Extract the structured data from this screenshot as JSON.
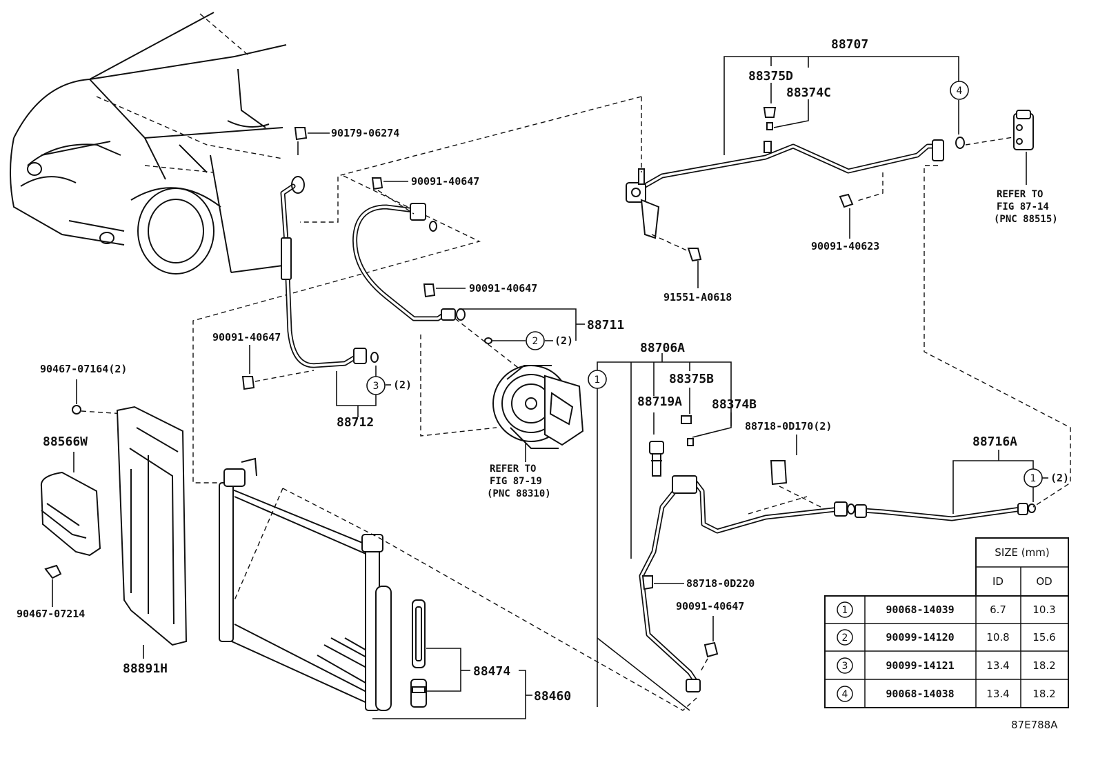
{
  "labels": {
    "p88707": "88707",
    "p88375D": "88375D",
    "p88374C": "88374C",
    "p90179_06274": "90179-06274",
    "p90091_40647_a": "90091-40647",
    "p90091_40647_b": "90091-40647",
    "p90091_40647_c": "90091-40647",
    "p90091_40647_d": "90091-40647",
    "p90091_40623": "90091-40623",
    "p91551_A0618": "91551-A0618",
    "p88711": "88711",
    "p88712": "88712",
    "p90467_07164": "90467-07164(2)",
    "p88566W": "88566W",
    "p90467_07214": "90467-07214",
    "p88891H": "88891H",
    "p88474": "88474",
    "p88460": "88460",
    "p88706A": "88706A",
    "p88375B": "88375B",
    "p88719A": "88719A",
    "p88374B": "88374B",
    "p88718_0D170": "88718-0D170(2)",
    "p88716A": "88716A",
    "p88718_0D220": "88718-0D220",
    "qty2_a": "(2)",
    "qty2_b": "(2)",
    "qty2_c": "(2)",
    "ref_comp_1": "REFER TO",
    "ref_comp_2": "FIG 87-19",
    "ref_comp_3": "(PNC 88310)",
    "ref_valve_1": "REFER TO",
    "ref_valve_2": "FIG 87-14",
    "ref_valve_3": "(PNC 88515)",
    "figure_code": "87E788A"
  },
  "circles": {
    "c4_top": "4",
    "c2_mid": "2",
    "c3_mid": "3",
    "c1_left": "1",
    "c1_right": "1"
  },
  "table": {
    "size_header": "SIZE (mm)",
    "col_id": "ID",
    "col_od": "OD",
    "rows": [
      {
        "num": "1",
        "part": "90068-14039",
        "id": "6.7",
        "od": "10.3"
      },
      {
        "num": "2",
        "part": "90099-14120",
        "id": "10.8",
        "od": "15.6"
      },
      {
        "num": "3",
        "part": "90099-14121",
        "id": "13.4",
        "od": "18.2"
      },
      {
        "num": "4",
        "part": "90068-14038",
        "id": "13.4",
        "od": "18.2"
      }
    ]
  }
}
